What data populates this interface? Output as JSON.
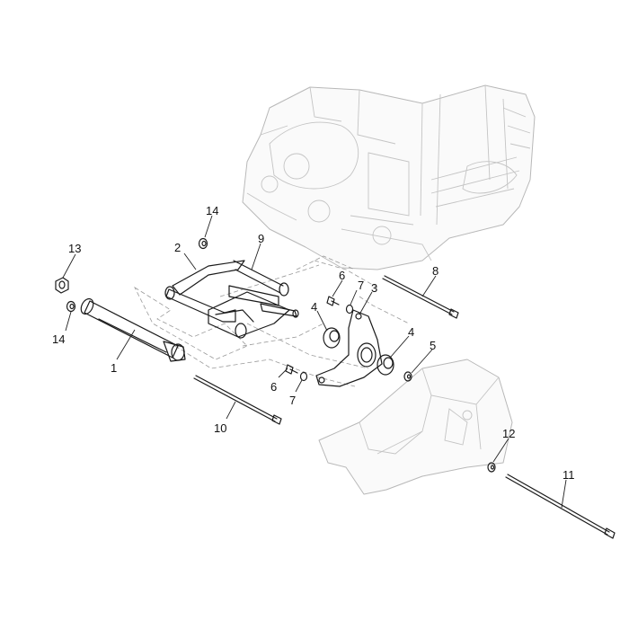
{
  "callouts": {
    "c1": "1",
    "c2": "2",
    "c3": "3",
    "c4a": "4",
    "c4b": "4",
    "c5": "5",
    "c6a": "6",
    "c6b": "6",
    "c7a": "7",
    "c7b": "7",
    "c8": "8",
    "c9": "9",
    "c10": "10",
    "c11": "11",
    "c12": "12",
    "c13": "13",
    "c14a": "14",
    "c14b": "14"
  }
}
